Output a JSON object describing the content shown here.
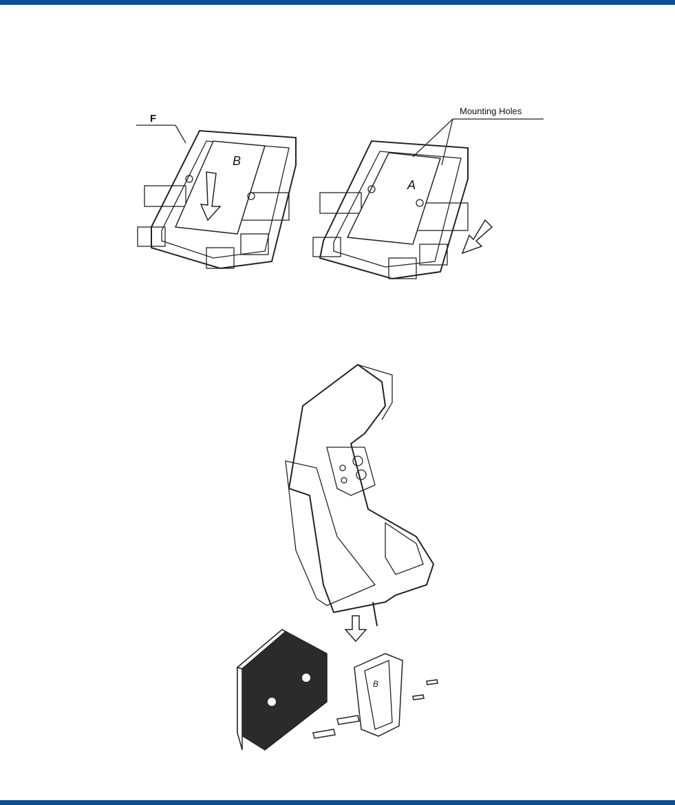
{
  "theme": {
    "rule_color": "#0a4f96",
    "line_color": "#222222"
  },
  "top_figure": {
    "label_f": "F",
    "label_b": "B",
    "label_a": "A",
    "mounting_holes_label": "Mounting Holes"
  },
  "bottom_figure": {
    "plate_label": "B"
  }
}
